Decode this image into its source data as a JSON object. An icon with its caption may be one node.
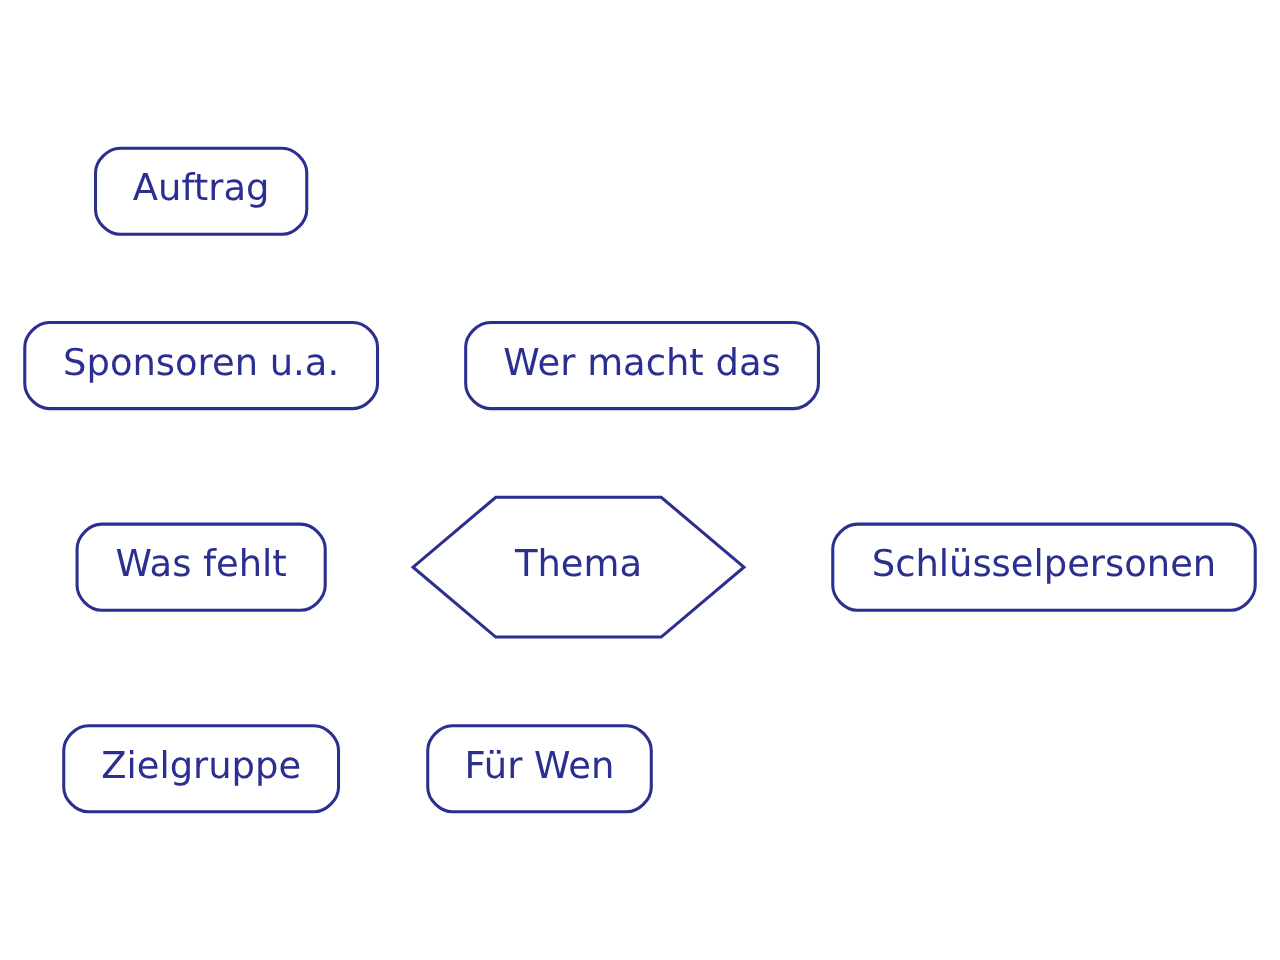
{
  "diagram": {
    "nodes": [
      {
        "text": [
          "Auftrag"
        ]
      },
      {
        "text": [
          "Sponsoren u.a."
        ]
      },
      {
        "text": [
          "Wer macht das"
        ]
      },
      {
        "text": [
          "Was fehlt"
        ]
      },
      {
        "text": [
          "Thema"
        ]
      },
      {
        "text": [
          "Schlüsselpersonen"
        ]
      },
      {
        "text": [
          "Zielgruppe"
        ]
      },
      {
        "text": [
          "Für Wen"
        ]
      }
    ],
    "edges": []
  }
}
